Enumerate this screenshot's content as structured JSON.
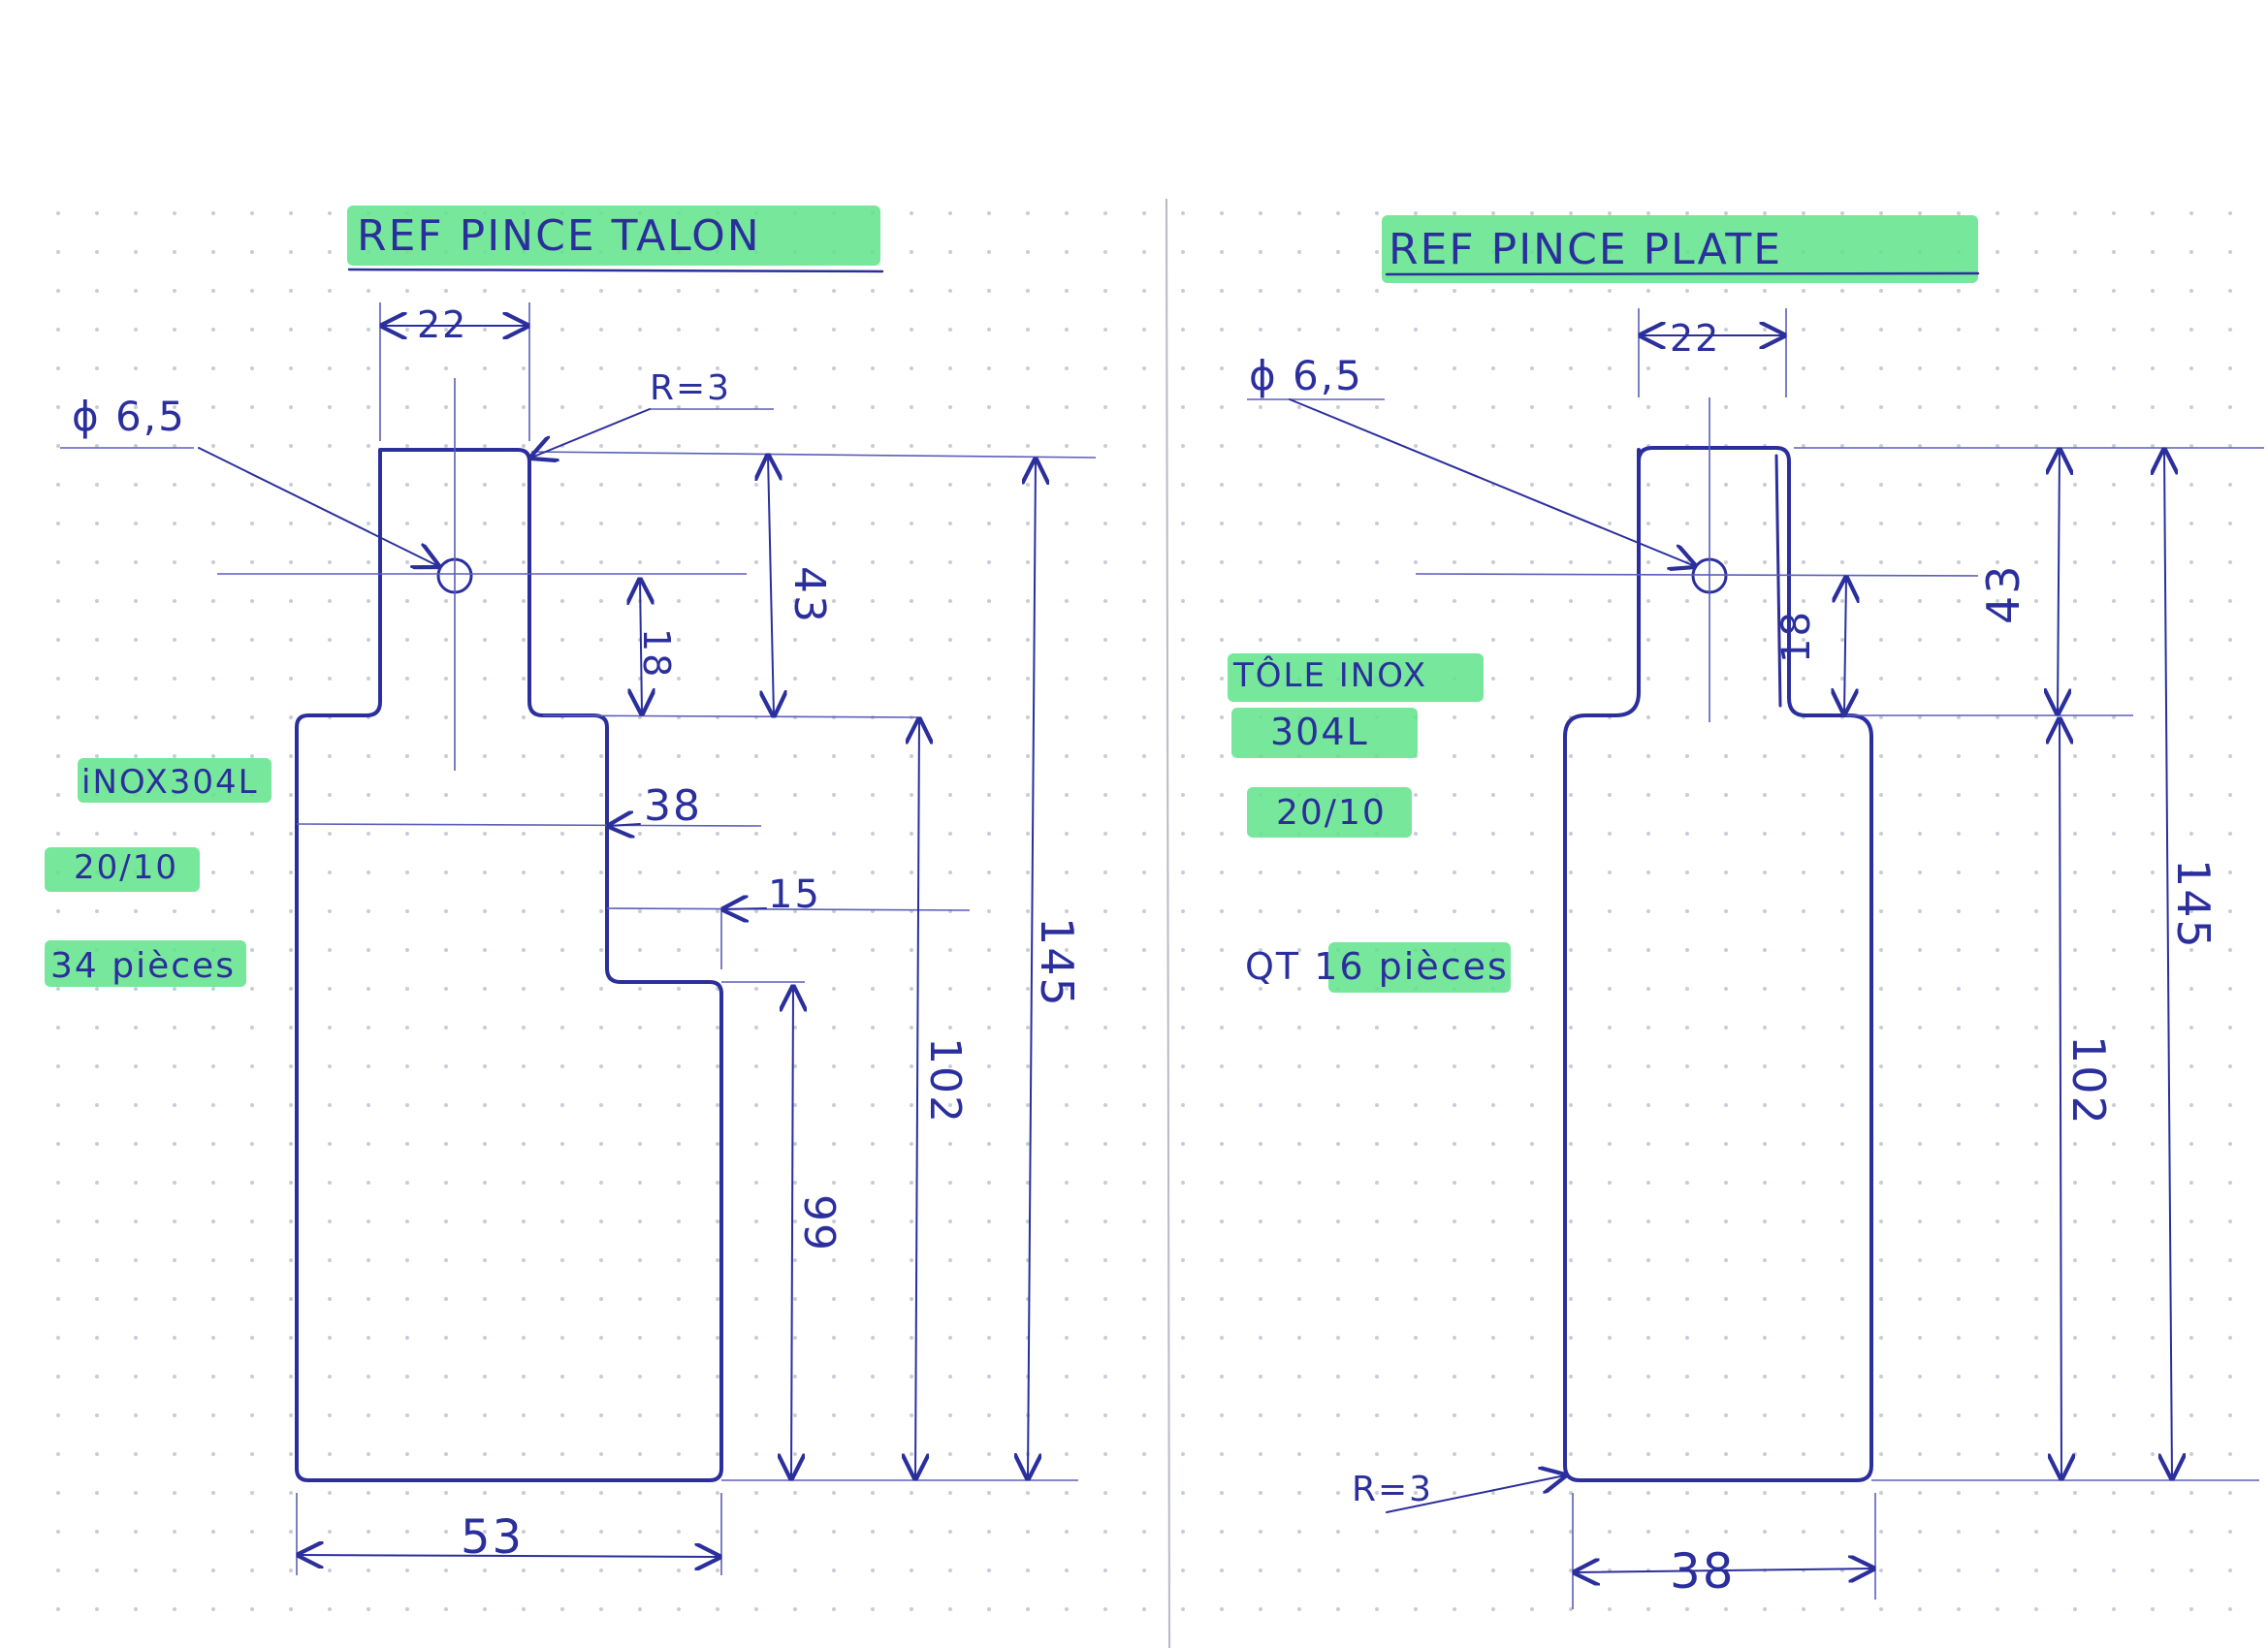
{
  "colors": {
    "ink": "#2b2f9c",
    "highlight": "#5fe38a",
    "paper": "#ffffff",
    "dots": "#c9ccd6"
  },
  "left": {
    "title": "REF   PINCE TALON",
    "hole": "ϕ 6,5",
    "radius": "R=3",
    "dims": {
      "top_width": "22",
      "height_43": "43",
      "height_18": "18",
      "width_38": "38",
      "width_15": "15",
      "height_99": "99",
      "height_102": "102",
      "height_145": "145",
      "bottom_width": "53"
    },
    "notes": {
      "material": "iNOX304L",
      "thickness": "20/10",
      "quantity": "34 pièces"
    }
  },
  "right": {
    "title": "REF    PINCE    PLATE",
    "hole": "ϕ 6,5",
    "radius": "R=3",
    "dims": {
      "top_width": "22",
      "height_43": "43",
      "height_18": "18",
      "height_102": "102",
      "height_145": "145",
      "bottom_width": "38"
    },
    "notes": {
      "material": "TÔLE INOX",
      "grade": "304L",
      "thickness": "20/10",
      "quantity": "QT 16 pièces"
    }
  }
}
